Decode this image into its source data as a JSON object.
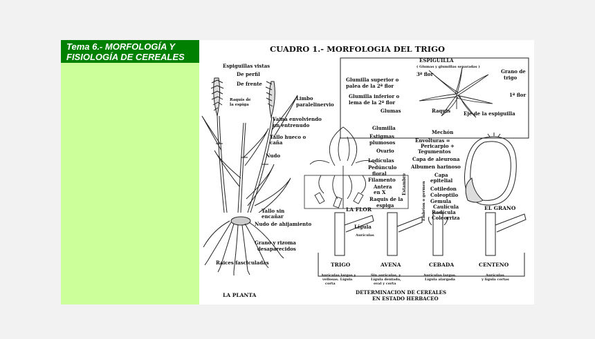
{
  "slide": {
    "title_line1": "Tema 6.- MORFOLOGÍA Y",
    "title_line2": "FISIOLOGÍA DE CEREALES",
    "colors": {
      "title_bg": "#008000",
      "panel_bg": "#ccff99",
      "title_text": "#ffffff"
    }
  },
  "figure": {
    "heading": "CUADRO 1.- MORFOLOGIA DEL TRIGO",
    "planta": {
      "caption": "LA PLANTA",
      "labels": {
        "espiguillas": "Espiguillas vistas",
        "perfil": "De perfil",
        "frente": "De frente",
        "raquis": "Raquis de",
        "raquis2": "la espiga",
        "limbo": "Limbo",
        "limbo2": "paralelinervio",
        "vaina": "Vaina envolviendo",
        "vaina2": "un entrenudo",
        "tallo": "Tallo hueco o",
        "tallo2": "caña",
        "nudo": "Nudo",
        "tallo_sin": "Tallo sin",
        "tallo_sin2": "encañar",
        "nudo_ahij": "Nudo de ahijamiento",
        "grano_rizoma": "Grano y rizoma",
        "grano_rizoma2": "desaparecidos",
        "raices": "Raices fasciculadas"
      }
    },
    "espiguilla": {
      "title": "ESPIGUILLA",
      "subtitle": "( Glumas y glumillas separadas )",
      "labels": {
        "glumilla_sup": "Glumilla superior o",
        "glumilla_sup2": "palea de la 2ª flor",
        "tercera": "3ª flor",
        "grano_trigo": "Grano de",
        "grano_trigo2": "trigo",
        "glumilla_inf": "Glumilla inferior o",
        "glumilla_inf2": "lema de la 2ª flor",
        "primera": "1ª flor",
        "glumas": "Glumas",
        "raquis": "Raquis",
        "eje": "Eje de la espiguilla"
      }
    },
    "flor": {
      "caption": "LA FLOR",
      "labels": {
        "glumilla": "Glumilla",
        "estigmas": "Estigmas",
        "estigmas2": "plumosos",
        "ovario": "Ovario",
        "lodiculas": "Lodículas",
        "pedunculo": "Pedúnculo",
        "pedunculo2": "floral",
        "filamento": "Filamento",
        "antera": "Antera",
        "antera2": "en X",
        "raquis": "Raquis de la",
        "raquis2": "espiga",
        "estambre": "Estambre"
      }
    },
    "grano": {
      "caption": "EL GRANO",
      "labels": {
        "mechon": "Mechón",
        "envolturas": "Envolturas =",
        "envolturas2": "Pericarpio +",
        "envolturas3": "Tegumentos",
        "capa_aleurona": "Capa de aleurona",
        "albumen": "Albumen harinoso",
        "capa_epitelial": "Capa",
        "capa_epitelial2": "epitelial",
        "cotiledon": "Cotiledon",
        "coleoptilo": "Coleoptilo",
        "gemula": "Gemula",
        "caulicula": "Caulícula",
        "radicula": "Radícula",
        "coleorriza": "Coleorriza",
        "embrion": "Embrion o germen"
      }
    },
    "cereales": {
      "ligula": "Lígula",
      "auriculas": "Aurículas",
      "names": [
        "TRIGO",
        "AVENA",
        "CEBADA",
        "CENTENO"
      ],
      "desc": [
        [
          "Aurículas largas y",
          "vellosas. Lígula",
          "corta"
        ],
        [
          "Sin aurículas, y",
          "Lígula dentada,",
          "oval y corta"
        ],
        [
          "Aurículas largas.",
          "Lígula alargada"
        ],
        [
          "Aurículas",
          "y lígula cortas"
        ]
      ],
      "caption": "DETERMINACION DE CEREALES",
      "caption2": "EN ESTADO HERBACEO"
    }
  }
}
